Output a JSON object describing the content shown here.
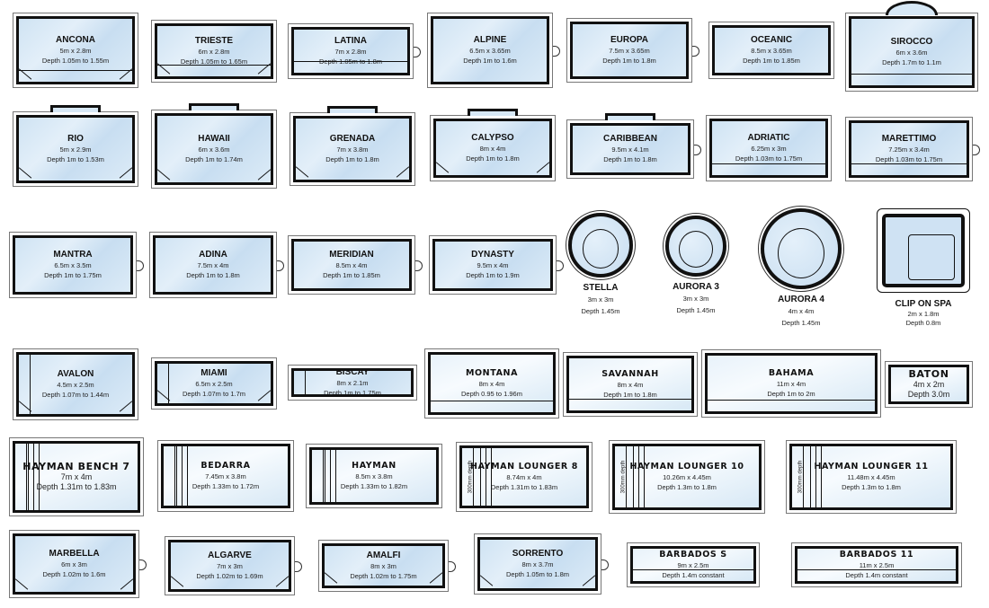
{
  "pools": [
    {
      "name": "ANCONA",
      "size": "5m x 2.8m",
      "depth": "Depth 1.05m to 1.55m"
    },
    {
      "name": "TRIESTE",
      "size": "6m x 2.8m",
      "depth": "Depth 1.05m to 1.65m"
    },
    {
      "name": "LATINA",
      "size": "7m x 2.8m",
      "depth": "Depth 1.05m to 1.8m"
    },
    {
      "name": "ALPINE",
      "size": "6.5m x 3.65m",
      "depth": "Depth 1m to 1.6m"
    },
    {
      "name": "EUROPA",
      "size": "7.5m x 3.65m",
      "depth": "Depth 1m to 1.8m"
    },
    {
      "name": "OCEANIC",
      "size": "8.5m x 3.65m",
      "depth": "Depth 1m to 1.85m"
    },
    {
      "name": "SIROCCO",
      "size": "6m x 3.6m",
      "depth": "Depth 1.7m to 1.1m"
    },
    {
      "name": "RIO",
      "size": "5m x 2.9m",
      "depth": "Depth 1m to 1.53m"
    },
    {
      "name": "HAWAII",
      "size": "6m x 3.6m",
      "depth": "Depth 1m to 1.74m"
    },
    {
      "name": "GRENADA",
      "size": "7m x 3.8m",
      "depth": "Depth 1m to 1.8m"
    },
    {
      "name": "CALYPSO",
      "size": "8m x 4m",
      "depth": "Depth 1m to 1.8m"
    },
    {
      "name": "CARIBBEAN",
      "size": "9.5m x 4.1m",
      "depth": "Depth 1m to 1.8m"
    },
    {
      "name": "ADRIATIC",
      "size": "6.25m x 3m",
      "depth": "Depth 1.03m to 1.75m"
    },
    {
      "name": "MARETTIMO",
      "size": "7.25m x 3.4m",
      "depth": "Depth 1.03m to 1.75m"
    },
    {
      "name": "MANTRA",
      "size": "6.5m x 3.5m",
      "depth": "Depth 1m to 1.75m"
    },
    {
      "name": "ADINA",
      "size": "7.5m x 4m",
      "depth": "Depth 1m to 1.8m"
    },
    {
      "name": "MERIDIAN",
      "size": "8.5m x 4m",
      "depth": "Depth 1m to 1.85m"
    },
    {
      "name": "DYNASTY",
      "size": "9.5m x 4m",
      "depth": "Depth 1m to 1.9m"
    },
    {
      "name": "STELLA",
      "size": "3m x 3m",
      "depth": "Depth 1.45m"
    },
    {
      "name": "AURORA 3",
      "size": "3m x 3m",
      "depth": "Depth 1.45m"
    },
    {
      "name": "AURORA 4",
      "size": "4m x 4m",
      "depth": "Depth 1.45m"
    },
    {
      "name": "CLIP ON SPA",
      "size": "2m x 1.8m",
      "depth": "Depth 0.8m"
    },
    {
      "name": "AVALON",
      "size": "4.5m x 2.5m",
      "depth": "Depth 1.07m to 1.44m"
    },
    {
      "name": "MIAMI",
      "size": "6.5m x 2.5m",
      "depth": "Depth 1.07m to 1.7m"
    },
    {
      "name": "BISCAY",
      "size": "8m x 2.1m",
      "depth": "Depth 1m to 1.75m"
    },
    {
      "name": "MONTANA",
      "size": "8m x 4m",
      "depth": "Depth 0.95 to 1.96m"
    },
    {
      "name": "SAVANNAH",
      "size": "8m x 4m",
      "depth": "Depth 1m to 1.8m"
    },
    {
      "name": "BAHAMA",
      "size": "11m x 4m",
      "depth": "Depth 1m to 2m"
    },
    {
      "name": "BATON",
      "size": "4m x 2m",
      "depth": "Depth 3.0m"
    },
    {
      "name": "HAYMAN BENCH 7",
      "size": "7m x 4m",
      "depth": "Depth 1.31m to 1.83m"
    },
    {
      "name": "BEDARRA",
      "size": "7.45m x 3.8m",
      "depth": "Depth 1.33m to 1.72m"
    },
    {
      "name": "HAYMAN",
      "size": "8.5m x 3.8m",
      "depth": "Depth 1.33m to 1.82m"
    },
    {
      "name": "HAYMAN LOUNGER 8",
      "size": "8.74m x 4m",
      "depth": "Depth 1.31m to 1.83m",
      "side": "300mm depth"
    },
    {
      "name": "HAYMAN LOUNGER 10",
      "size": "10.26m x 4.45m",
      "depth": "Depth 1.3m to 1.8m",
      "side": "300mm depth"
    },
    {
      "name": "HAYMAN LOUNGER 11",
      "size": "11.48m x 4.45m",
      "depth": "Depth 1.3m to 1.8m",
      "side": "300mm depth"
    },
    {
      "name": "MARBELLA",
      "size": "6m x 3m",
      "depth": "Depth 1.02m to 1.6m"
    },
    {
      "name": "ALGARVE",
      "size": "7m x 3m",
      "depth": "Depth 1.02m to 1.69m"
    },
    {
      "name": "AMALFI",
      "size": "8m x 3m",
      "depth": "Depth 1.02m to 1.75m"
    },
    {
      "name": "SORRENTO",
      "size": "8m x 3.7m",
      "depth": "Depth 1.05m to 1.8m"
    },
    {
      "name": "BARBADOS S",
      "size": "9m x 2.5m",
      "depth": "Depth 1.4m constant"
    },
    {
      "name": "BARBADOS 11",
      "size": "11m x 2.5m",
      "depth": "Depth 1.4m constant"
    }
  ]
}
